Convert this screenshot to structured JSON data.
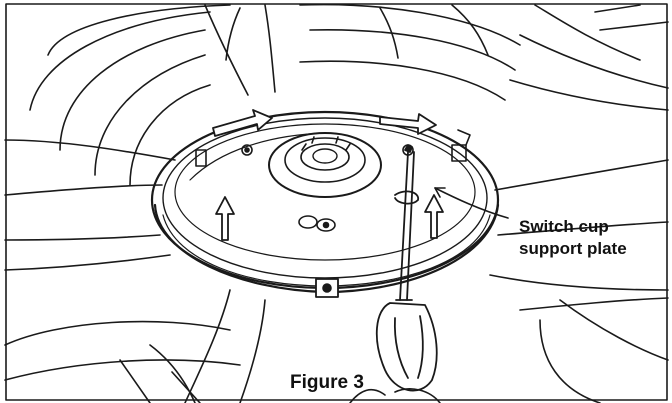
{
  "illustration": {
    "callout_line_1": "Switch cup",
    "callout_line_2": "support plate",
    "caption": "Figure 3"
  }
}
